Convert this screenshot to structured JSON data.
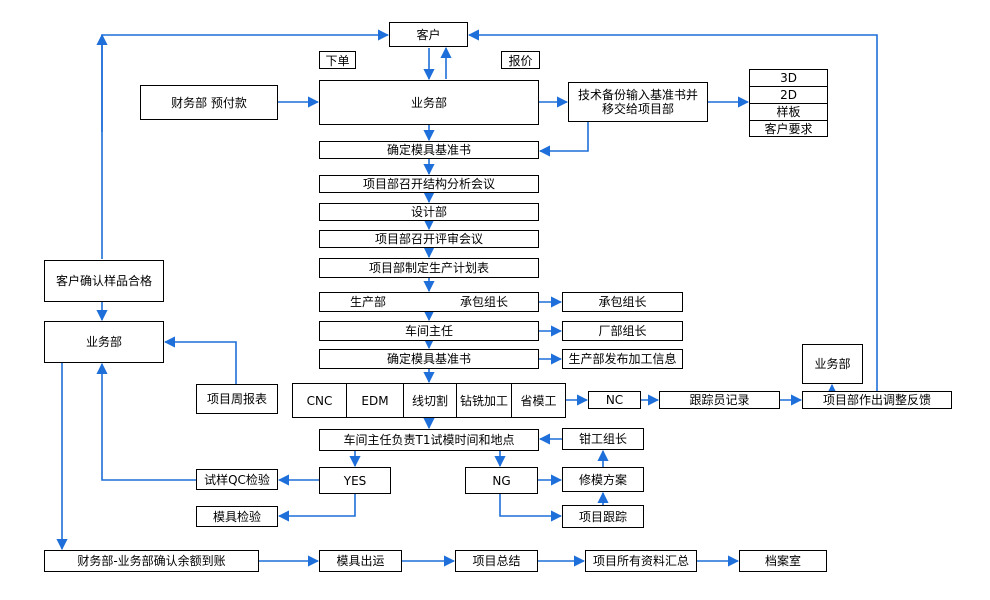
{
  "diagram": {
    "customer": "客户",
    "order": "下单",
    "quote": "报价",
    "finance_prepay": "财务部 预付款",
    "sales_main": "业务部",
    "tech_backup": "技术备份输入基准书并移交给项目部",
    "spec": {
      "items": [
        "3D",
        "2D",
        "样板",
        "客户要求"
      ]
    },
    "flow": {
      "confirm_spec": "确定模具基准书",
      "structure_meeting": "项目部召开结构分析会议",
      "design_dept": "设计部",
      "review_meeting": "项目部召开评审会议",
      "production_plan": "项目部制定生产计划表",
      "production_dept": "生产部",
      "contract_leader": "承包组长",
      "contract_leader_right": "承包组长",
      "workshop_director": "车间主任",
      "factory_leader": "厂部组长",
      "confirm_spec2": "确定模具基准书",
      "publish_info": "生产部发布加工信息",
      "machining": [
        "CNC",
        "EDM",
        "线切割",
        "钻铣加工",
        "省模工"
      ],
      "nc": "NC",
      "tracker_record": "跟踪员记录",
      "adjust_feedback": "项目部作出调整反馈",
      "sales_feedback": "业务部",
      "t1_trial": "车间主任负责T1试模时间和地点",
      "fitter_leader": "钳工组长",
      "yes": "YES",
      "ng": "NG",
      "repair_plan": "修模方案",
      "project_tracking": "项目跟踪",
      "qc_inspection": "试样QC检验",
      "mold_inspection": "模具检验"
    },
    "left": {
      "customer_confirm": "客户确认样品合格",
      "sales": "业务部",
      "weekly_report": "项目周报表"
    },
    "bottom": {
      "finance_confirm": "财务部-业务部确认余额到账",
      "shipment": "模具出运",
      "summary": "项目总结",
      "collect": "项目所有资料汇总",
      "archive": "档案室"
    },
    "colors": {
      "line": "#1e6fd9",
      "border": "#000000",
      "background": "#ffffff"
    }
  }
}
